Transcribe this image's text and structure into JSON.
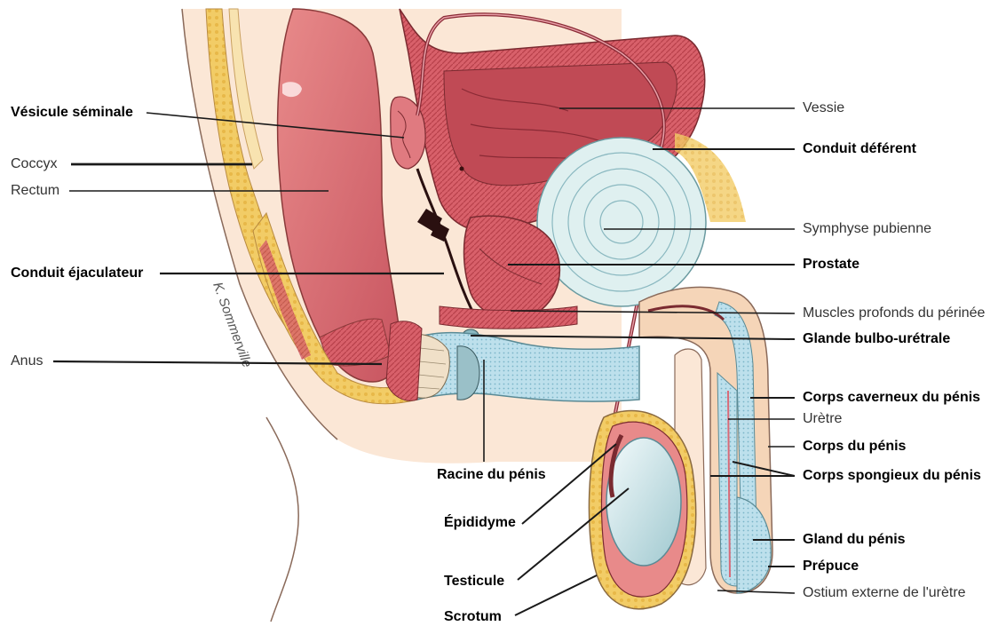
{
  "labels": {
    "vesicule_seminale": "Vésicule séminale",
    "coccyx": "Coccyx",
    "rectum": "Rectum",
    "conduit_ejaculateur": "Conduit éjaculateur",
    "anus": "Anus",
    "vessie": "Vessie",
    "conduit_deferent": "Conduit déférent",
    "symphyse_pubienne": "Symphyse pubienne",
    "prostate": "Prostate",
    "muscles_profonds": "Muscles profonds du périnée",
    "glande_bulbo": "Glande bulbo-urétrale",
    "corps_caverneux": "Corps caverneux du pénis",
    "uretre": "Urètre",
    "corps_penis": "Corps du pénis",
    "corps_spongieux": "Corps spongieux du pénis",
    "gland": "Gland du pénis",
    "prepuce": "Prépuce",
    "ostium": "Ostium externe de l'urètre",
    "racine": "Racine du pénis",
    "epididyme": "Épididyme",
    "testicule": "Testicule",
    "scrotum": "Scrotum"
  },
  "signature": "K. Sommerville",
  "colors": {
    "tissue_red": "#d8606a",
    "muscle_red": "#c8404a",
    "fat_yellow": "#f0c860",
    "cartilage_blue": "#b8dcea",
    "skin": "#f5d5b8",
    "leader": "#1a1a1a"
  }
}
